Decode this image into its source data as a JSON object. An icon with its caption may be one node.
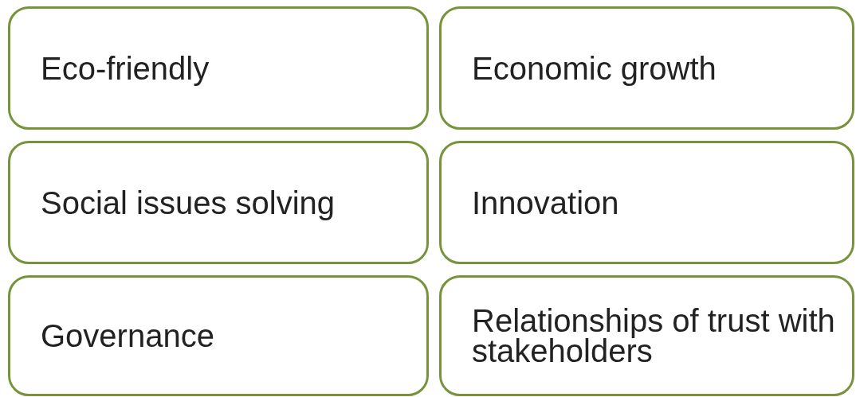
{
  "diagram": {
    "nodes": [
      {
        "text": [
          "Eco-friendly"
        ]
      },
      {
        "text": [
          "Economic growth"
        ]
      },
      {
        "text": [
          "Social issues solving"
        ]
      },
      {
        "text": [
          "Innovation"
        ]
      },
      {
        "text": [
          "Governance"
        ]
      },
      {
        "text": [
          "Relationships of trust with stakeholders"
        ]
      }
    ]
  }
}
